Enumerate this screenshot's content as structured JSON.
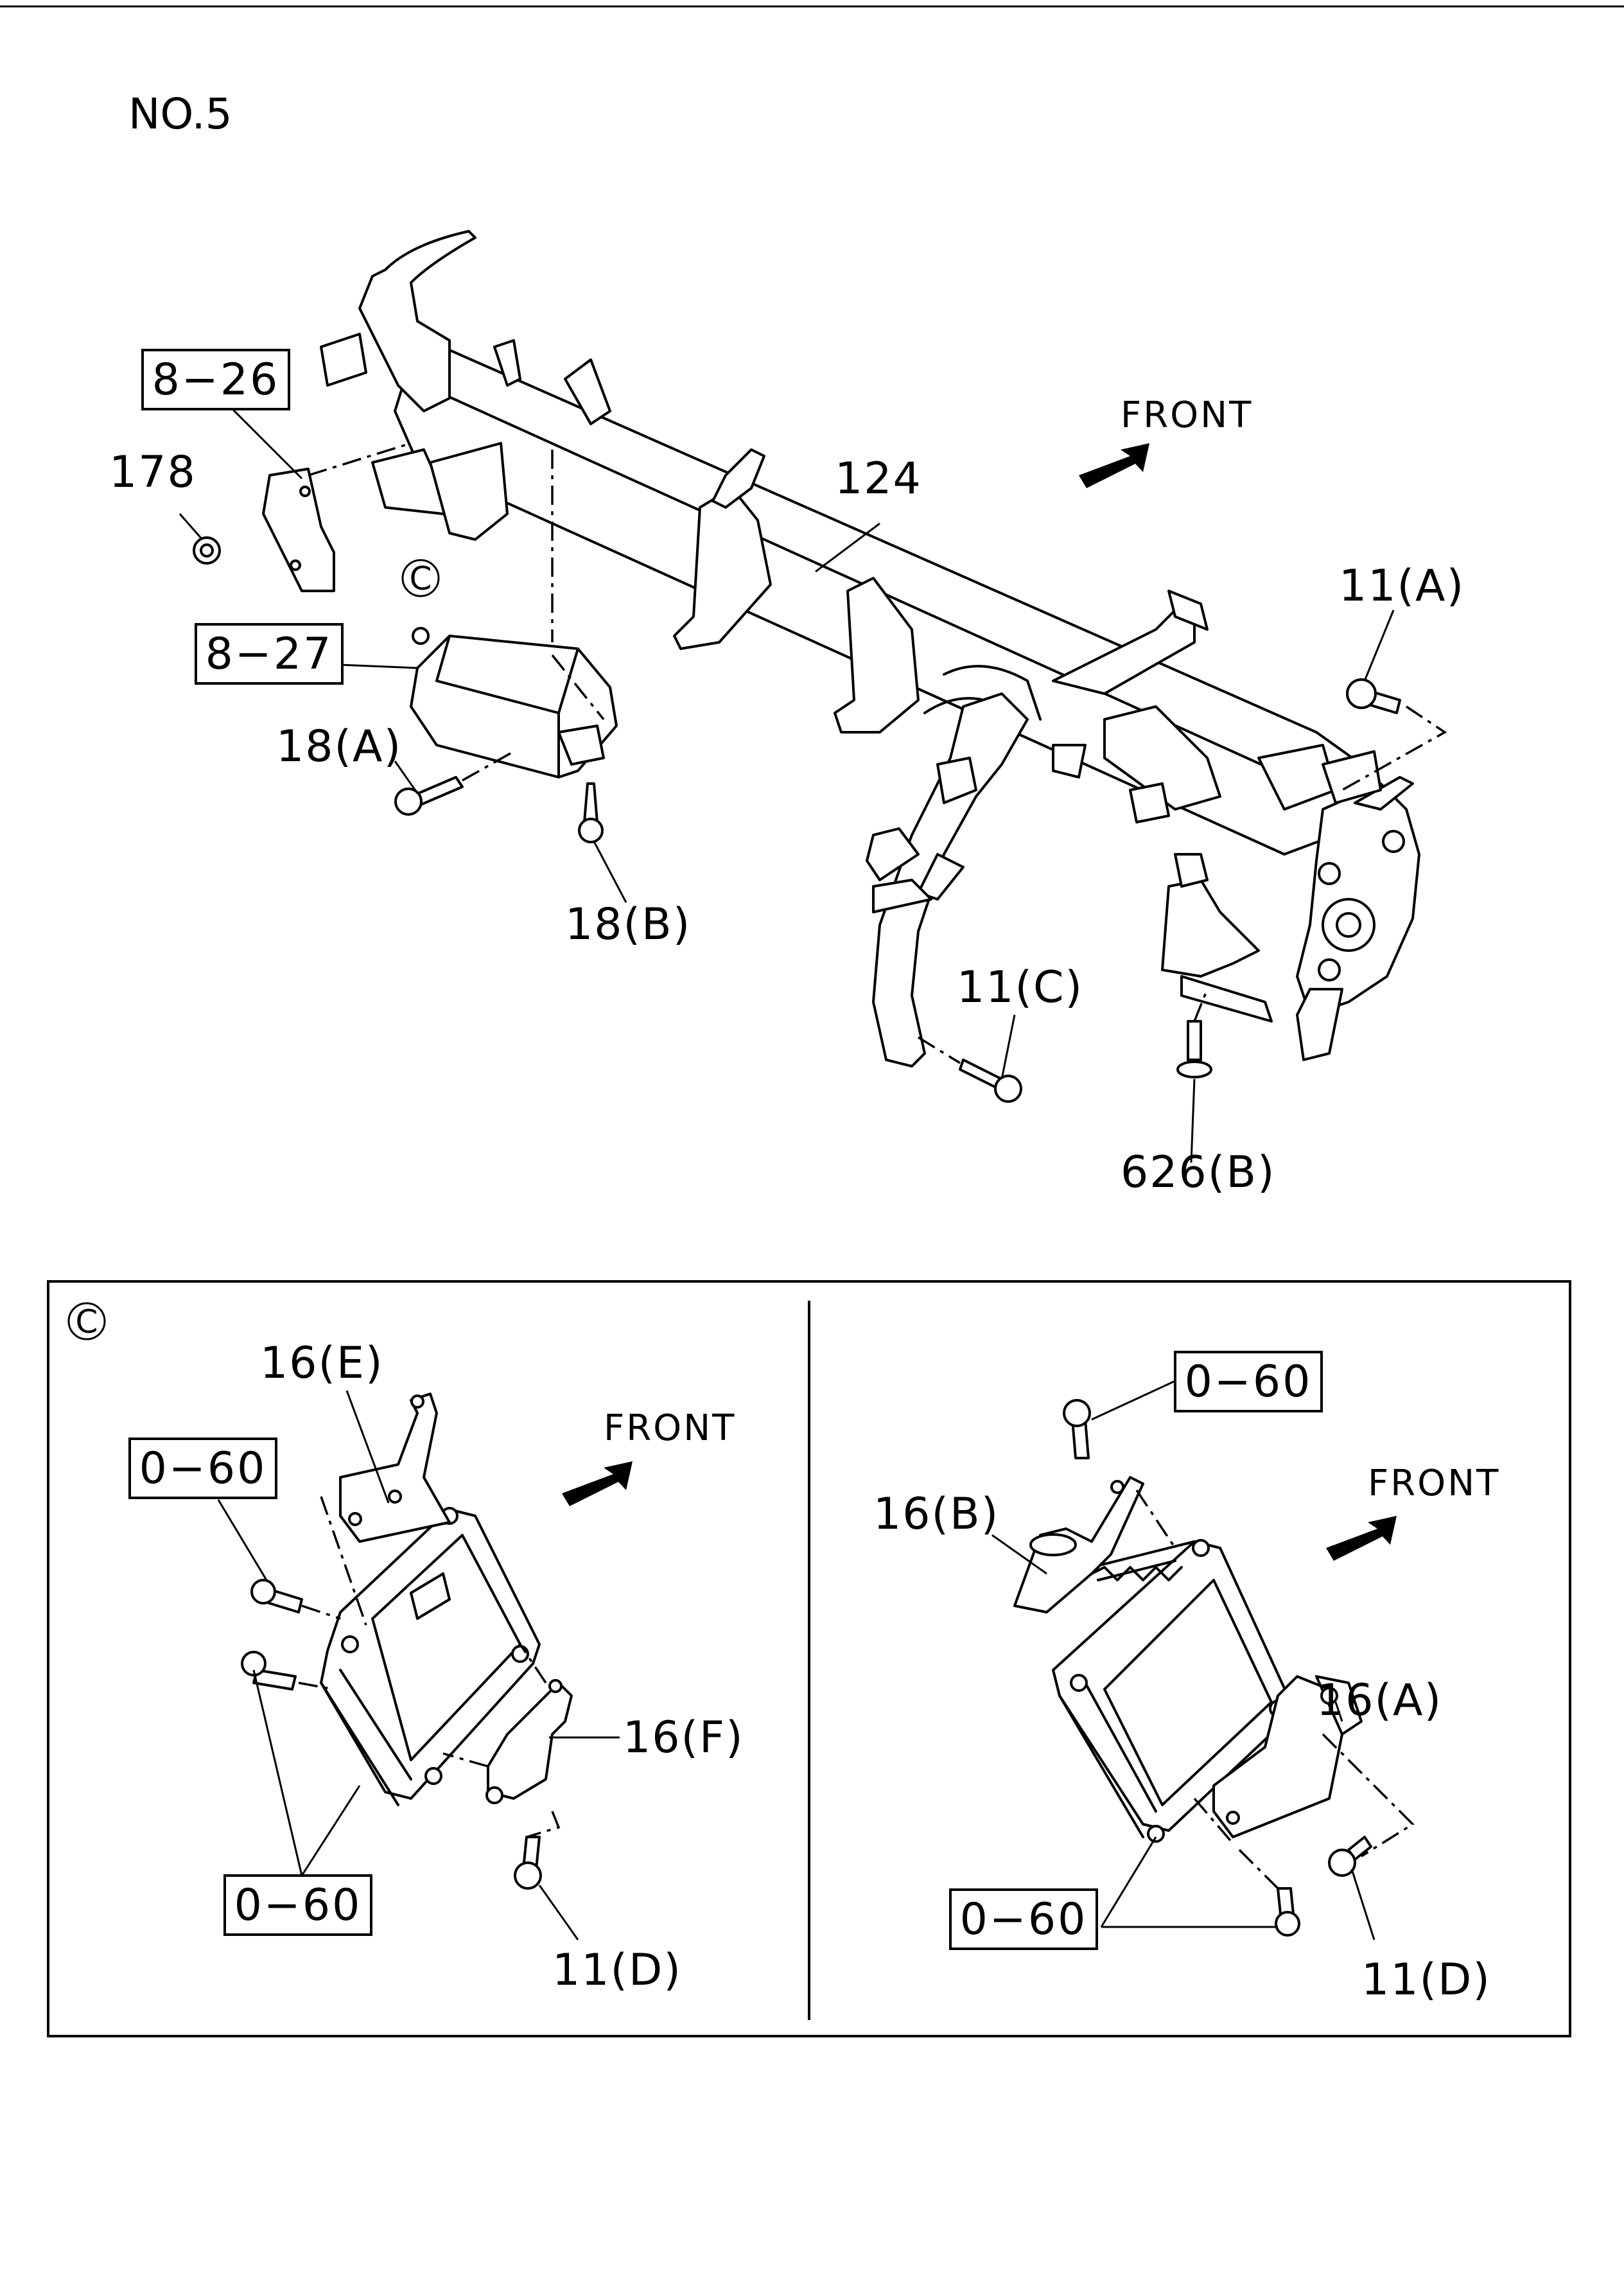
{
  "page_title": "NO.5",
  "main": {
    "front_label": "FRONT",
    "callout_letter": "C",
    "labels": {
      "ref_8_26": "8−26",
      "ref_8_27": "8−27",
      "p178": "178",
      "p124": "124",
      "p11a": "11(A)",
      "p18a": "18(A)",
      "p18b": "18(B)",
      "p11c": "11(C)",
      "p626b": "626(B)"
    }
  },
  "detail": {
    "callout_letter": "C",
    "left": {
      "front_label": "FRONT",
      "labels": {
        "p16e": "16(E)",
        "ref_top": "0−60",
        "ref_bottom": "0−60",
        "p16f": "16(F)",
        "p11d": "11(D)"
      }
    },
    "right": {
      "front_label": "FRONT",
      "labels": {
        "ref_top": "0−60",
        "p16b": "16(B)",
        "p16a": "16(A)",
        "ref_bottom": "0−60",
        "p11d": "11(D)"
      }
    }
  }
}
